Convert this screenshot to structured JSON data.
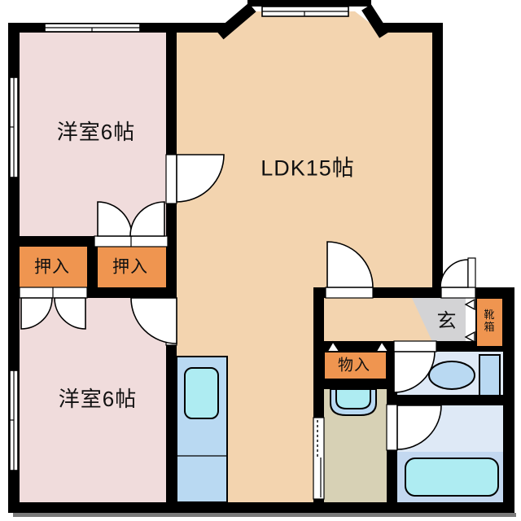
{
  "labels": {
    "room_top": "洋室6帖",
    "ldk": "LDK15帖",
    "closet_left": "押入",
    "closet_right": "押入",
    "room_bottom": "洋室6帖",
    "storage": "物入",
    "entrance": "玄",
    "shoe_cabinet": "靴箱"
  },
  "colors": {
    "wall": "#000000",
    "room_pink": "#f0dcdc",
    "room_tan": "#f3d4af",
    "closet_orange": "#ef9550",
    "entry_gray": "#d3d3d5",
    "washroom_beige": "#d7d1b5",
    "wet_room_blue": "#dee9f6",
    "tub_band_blue": "#c3d8f0",
    "counter_blue": "#b9d9f2",
    "basin_cyan": "#aeecf2",
    "shadow_gray": "#7a7a7a"
  }
}
